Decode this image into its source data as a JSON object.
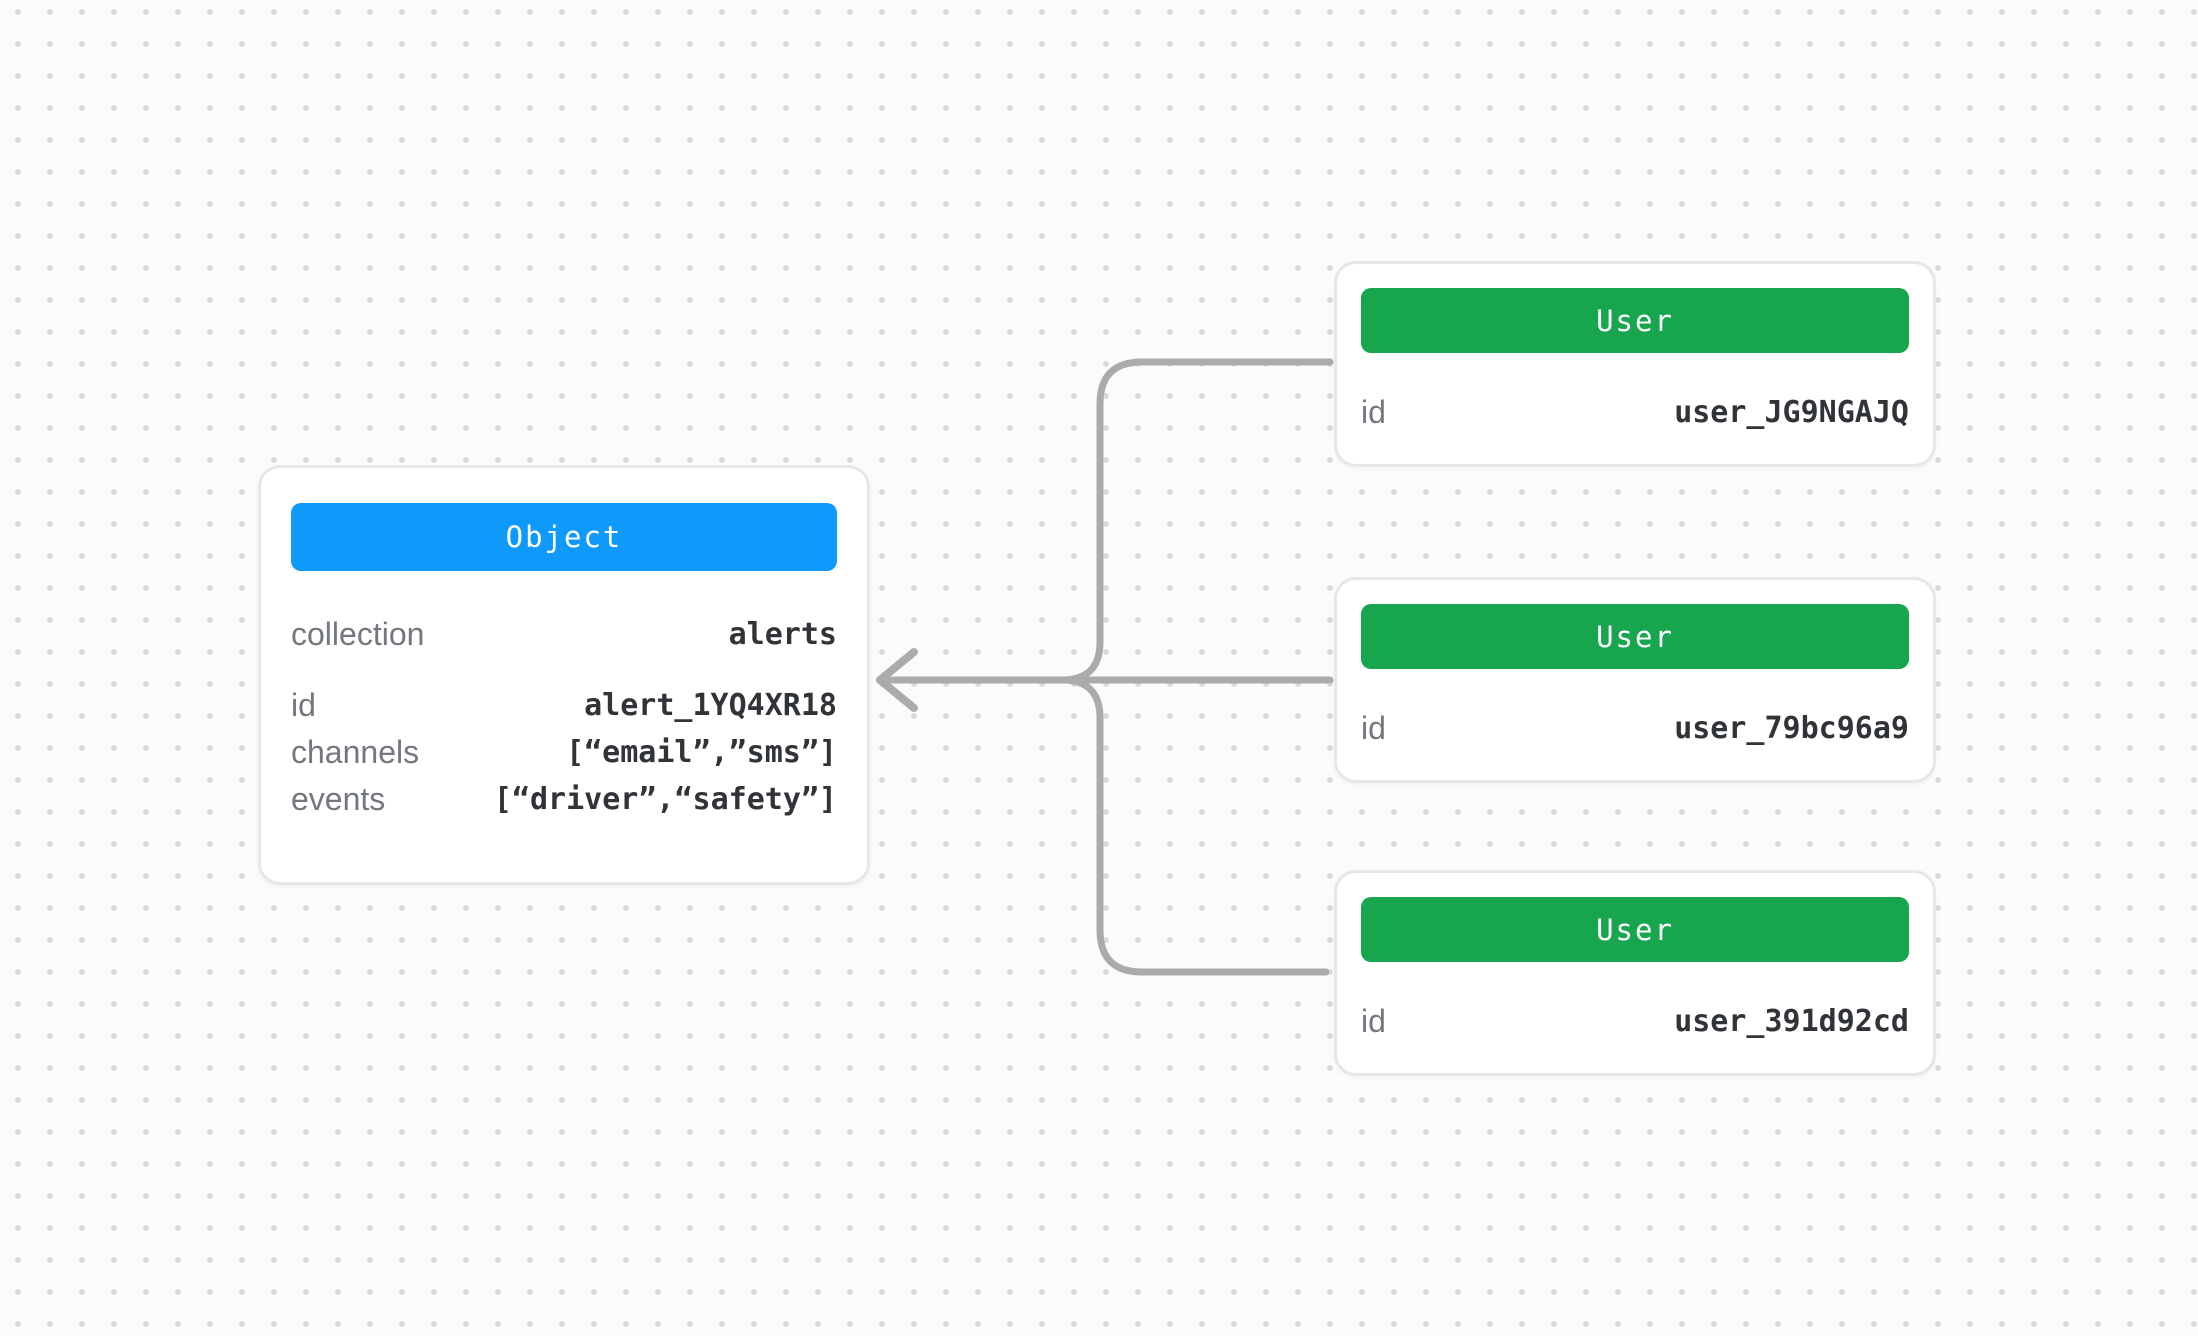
{
  "object_card": {
    "header": "Object",
    "rows": [
      {
        "label": "collection",
        "value": "alerts"
      },
      {
        "label": "id",
        "value": "alert_1YQ4XR18"
      },
      {
        "label": "channels",
        "value": "[“email”,”sms”]"
      },
      {
        "label": "events",
        "value": "[“driver”,“safety”]"
      }
    ]
  },
  "user_cards": [
    {
      "header": "User",
      "id_label": "id",
      "id_value": "user_JG9NGAJQ"
    },
    {
      "header": "User",
      "id_label": "id",
      "id_value": "user_79bc96a9"
    },
    {
      "header": "User",
      "id_label": "id",
      "id_value": "user_391d92cd"
    }
  ],
  "edges": [
    {
      "from": "user_JG9NGAJQ",
      "to": "alert_1YQ4XR18"
    },
    {
      "from": "user_79bc96a9",
      "to": "alert_1YQ4XR18"
    },
    {
      "from": "user_391d92cd",
      "to": "alert_1YQ4XR18"
    }
  ],
  "colors": {
    "object_header_blue": "#0f99fb",
    "user_header_green": "#17a54d",
    "connector_gray": "#ababab",
    "label_gray": "#73777e",
    "value_dark": "#303438",
    "card_border": "#e7e7e7",
    "background": "#fbfbfb",
    "grid_dot": "#d9d9d9"
  }
}
